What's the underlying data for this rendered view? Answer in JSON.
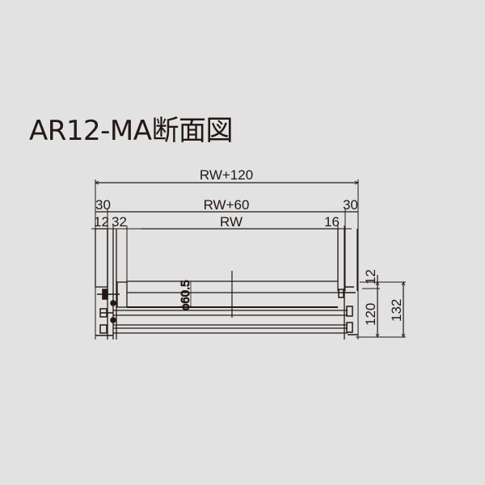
{
  "title": "AR12-MA断面図",
  "colors": {
    "background": "#e1e2e1",
    "line": "#231815"
  },
  "dimensions": {
    "overall_width": "RW+120",
    "frame_width": "RW+60",
    "roller_width": "RW",
    "left_frame_offset": "30",
    "right_frame_offset": "30",
    "left_gap_a": "12",
    "left_gap_b": "32",
    "right_gap": "16",
    "roller_diameter": "ϕ60.5",
    "top_offset": "12",
    "frame_height": "120",
    "total_height": "132"
  }
}
